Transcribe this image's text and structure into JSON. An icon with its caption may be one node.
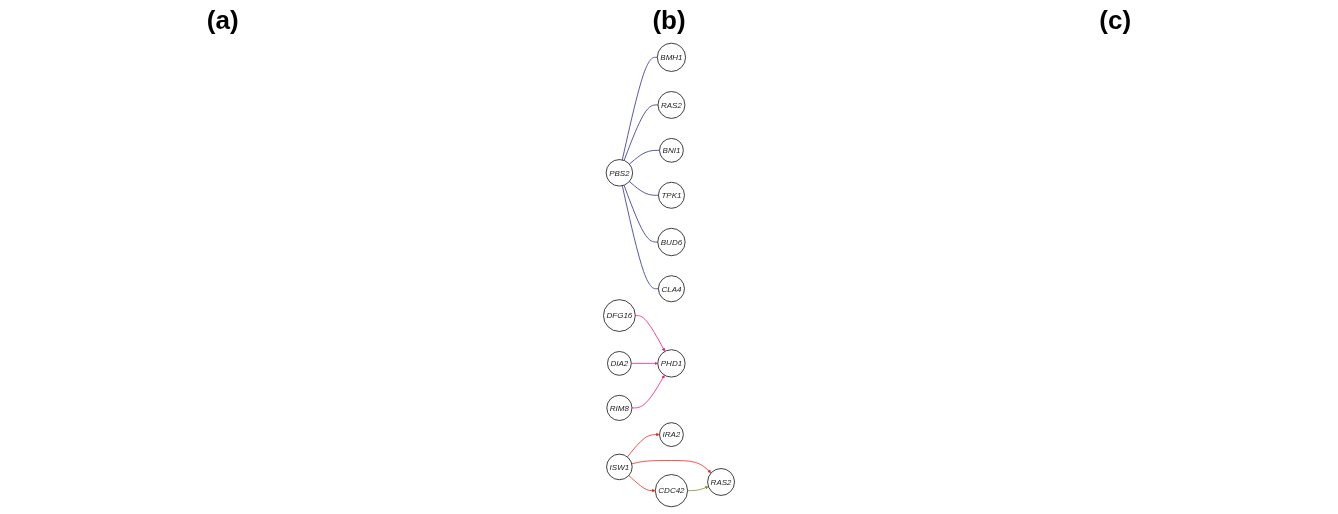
{
  "diagram": {
    "nodes": [
      {
        "text": [
          "BMH1"
        ]
      },
      {
        "text": [
          "RAS2"
        ]
      },
      {
        "text": [
          "BNI1"
        ]
      },
      {
        "text": [
          "PBS2"
        ]
      },
      {
        "text": [
          "TPK1"
        ]
      },
      {
        "text": [
          "BUD6"
        ]
      },
      {
        "text": [
          "CLA4"
        ]
      },
      {
        "text": [
          "DFG16"
        ]
      },
      {
        "text": [
          "PHD1"
        ]
      },
      {
        "text": [
          "DIA2"
        ]
      },
      {
        "text": [
          "RIM8"
        ]
      },
      {
        "text": [
          "IRA2"
        ]
      },
      {
        "text": [
          "ISW1"
        ]
      },
      {
        "text": [
          "CDC42"
        ]
      },
      {
        "text": [
          "RAS2"
        ]
      }
    ],
    "edges": [
      {
        "from": 3,
        "to": 0,
        "arrow": "none",
        "color": "#2e3192"
      },
      {
        "from": 3,
        "to": 1,
        "arrow": "none",
        "color": "#2e3192"
      },
      {
        "from": 3,
        "to": 2,
        "arrow": "none",
        "color": "#2e3192"
      },
      {
        "from": 3,
        "to": 4,
        "arrow": "none",
        "color": "#2e3192"
      },
      {
        "from": 3,
        "to": 5,
        "arrow": "none",
        "color": "#2e3192"
      },
      {
        "from": 3,
        "to": 6,
        "arrow": "none",
        "color": "#2e3192"
      },
      {
        "from": 7,
        "to": 8,
        "arrow": "to",
        "color": "#ec1e8c"
      },
      {
        "from": 9,
        "to": 8,
        "arrow": "to",
        "color": "#ec1e8c"
      },
      {
        "from": 10,
        "to": 8,
        "arrow": "to",
        "color": "#ec1e8c"
      },
      {
        "from": 12,
        "to": 11,
        "arrow": "to",
        "color": "#ee2a24"
      },
      {
        "from": 12,
        "to": 13,
        "arrow": "to",
        "color": "#ee2a24"
      },
      {
        "from": 12,
        "to": 14,
        "arrow": "to",
        "color": "#ee2a24"
      },
      {
        "from": 13,
        "to": 14,
        "arrow": "to",
        "color": "#808b2e"
      }
    ],
    "labels": [
      "(a)",
      "(b)",
      "(c)"
    ]
  }
}
